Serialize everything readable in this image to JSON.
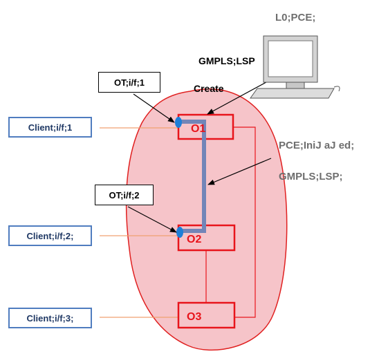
{
  "pce": {
    "label": "L0;PCE;"
  },
  "create_request": {
    "line1": "GMPLS;LSP",
    "line2": "Create"
  },
  "pce_initiated": {
    "line1": "PCE;IniJ aJ ed;",
    "line2": "GMPLS;LSP;"
  },
  "ot_interfaces": [
    "OT;i/f;1",
    "OT;i/f;2"
  ],
  "clients": [
    "Client;i/f;1",
    "Client;i/f;2;",
    "Client;i/f;3;"
  ],
  "nodes": [
    "O1",
    "O2",
    "O3"
  ],
  "colors": {
    "domain_fill": "#f6c4c9",
    "domain_border": "#e02020",
    "node_border": "#e8141b",
    "client_border": "#4f7cbf",
    "client_link": "#f0a070",
    "lsp_path": "#7285b8",
    "endpoint_dot": "#1e7fd8"
  },
  "icons": [
    "computer-icon"
  ]
}
